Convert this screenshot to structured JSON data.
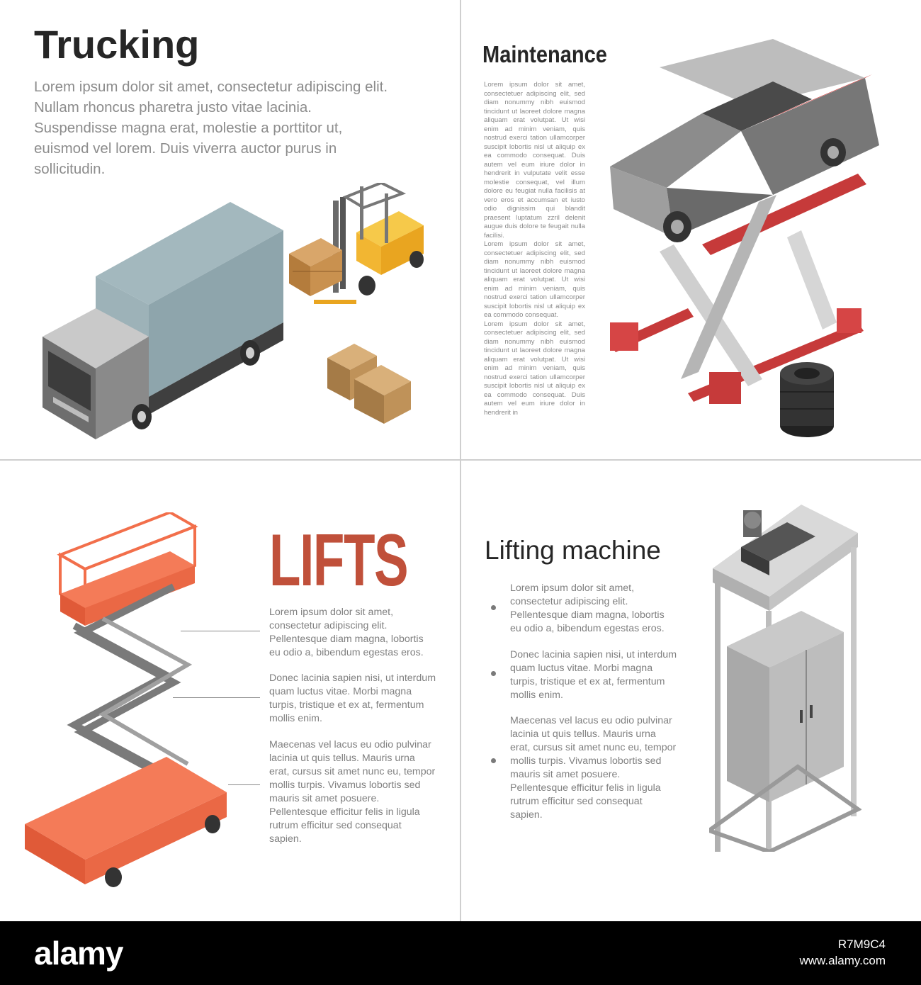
{
  "trucking": {
    "title": "Trucking",
    "body": "Lorem ipsum dolor sit amet, consectetur adipiscing elit. Nullam rhoncus pharetra justo vitae lacinia. Suspendisse magna erat, molestie a porttitor ut, euismod vel lorem. Duis viverra auctor purus in sollicitudin."
  },
  "maintenance": {
    "title": "Maintenance",
    "paragraphs": [
      "Lorem ipsum dolor sit amet, consectetuer adipiscing elit, sed diam nonummy nibh euismod tincidunt ut laoreet dolore magna aliquam erat volutpat. Ut wisi enim ad minim veniam, quis nostrud exerci tation ullamcorper suscipit lobortis nisl ut aliquip ex ea commodo consequat. Duis autem vel eum iriure dolor in hendrerit in vulputate velit esse molestie consequat, vel illum dolore eu feugiat nulla facilisis at vero eros et accumsan et iusto odio dignissim qui blandit praesent luptatum zzril delenit augue duis dolore te feugait nulla facilisi.",
      "Lorem ipsum dolor sit amet, consectetuer adipiscing elit, sed diam nonummy nibh euismod tincidunt ut laoreet dolore magna aliquam erat volutpat. Ut wisi enim ad minim veniam, quis nostrud exerci tation ullamcorper suscipit lobortis nisl ut aliquip ex ea commodo consequat.",
      "Lorem ipsum dolor sit amet, consectetuer adipiscing elit, sed diam nonummy nibh euismod tincidunt ut laoreet dolore magna aliquam erat volutpat. Ut wisi enim ad minim veniam, quis nostrud exerci tation ullamcorper suscipit lobortis nisl ut aliquip ex ea commodo consequat. Duis autem vel eum iriure dolor in hendrerit in"
    ]
  },
  "lifts": {
    "title": "LIFTS",
    "paragraphs": [
      "Lorem ipsum dolor sit amet, consectetur adipiscing elit. Pellentesque diam magna, lobortis eu odio a, bibendum egestas eros.",
      "Donec lacinia sapien nisi, ut interdum quam luctus vitae. Morbi magna turpis, tristique et ex at, fermentum mollis enim.",
      "Maecenas vel lacus eu odio pulvinar lacinia ut quis tellus. Mauris urna erat, cursus sit amet nunc eu, tempor mollis turpis. Vivamus lobortis sed mauris sit amet posuere. Pellentesque efficitur felis in ligula rutrum efficitur sed consequat sapien."
    ]
  },
  "lifting_machine": {
    "title": "Lifting machine",
    "paragraphs": [
      "Lorem ipsum dolor sit amet, consectetur adipiscing elit. Pellentesque diam magna, lobortis eu odio a, bibendum egestas eros.",
      "Donec lacinia sapien nisi, ut interdum quam luctus vitae. Morbi magna turpis, tristique et ex at, fermentum mollis enim.",
      "Maecenas vel lacus eu odio pulvinar lacinia ut quis tellus. Mauris urna erat, cursus sit amet nunc eu, tempor mollis turpis. Vivamus lobortis sed mauris sit amet posuere. Pellentesque efficitur felis in ligula rutrum efficitur sed consequat sapien."
    ]
  },
  "footer": {
    "logo": "alamy",
    "image_id": "R7M9C4",
    "url": "www.alamy.com"
  },
  "colors": {
    "lifts_accent": "#c0503a",
    "truck_box": "#8fa6ad",
    "forklift": "#f2b632",
    "lift_red": "#d64545",
    "scissor_orange": "#f26f4b"
  },
  "icons": {
    "truck": "truck-illustration",
    "forklift": "forklift-illustration",
    "boxes": "cardboard-boxes-illustration",
    "car_lift": "car-on-scissor-lift-illustration",
    "tires": "tire-stack-illustration",
    "scissor_lift": "scissor-lift-platform-illustration",
    "elevator": "elevator-shaft-illustration"
  }
}
